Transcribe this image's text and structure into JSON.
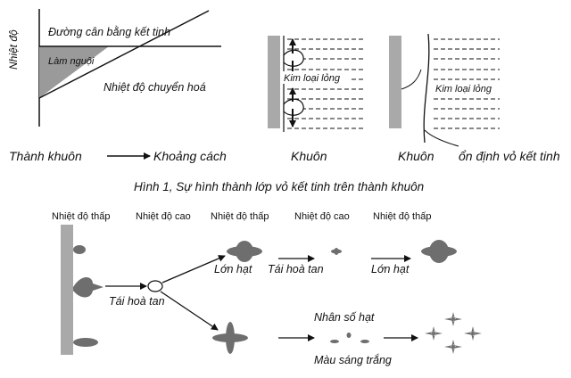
{
  "figure1": {
    "y_axis_label": "Nhiệt độ",
    "equilibrium_label": "Đường cân bằng kết tinh",
    "cooling_label": "Làm nguội",
    "transition_label": "Nhiệt độ chuyển hoá",
    "wall_label": "Thành khuôn",
    "distance_label": "Khoảng cách",
    "mold_label_1": "Khuôn",
    "liquid_label_1": "Kim loại lỏng",
    "mold_label_2": "Khuôn",
    "liquid_label_2": "Kim loại lỏng",
    "stable_shell_label": "ổn định vỏ kết tinh",
    "caption": "Hình 1, Sự hình thành lớp vỏ kết tinh trên thành khuôn"
  },
  "figure2": {
    "temp_low_1": "Nhiệt độ thấp",
    "temp_high_1": "Nhiệt độ cao",
    "temp_low_2": "Nhiệt độ thấp",
    "temp_high_2": "Nhiệt độ cao",
    "temp_low_3": "Nhiệt độ thấp",
    "remelt_label_1": "Tái hoà tan",
    "grain_grow_1": "Lớn hạt",
    "remelt_label_2": "Tái hoà tan",
    "grain_grow_2": "Lớn hạt",
    "multiply_label": "Nhân số  hạt",
    "bright_color_label": "Màu sáng trắng"
  }
}
